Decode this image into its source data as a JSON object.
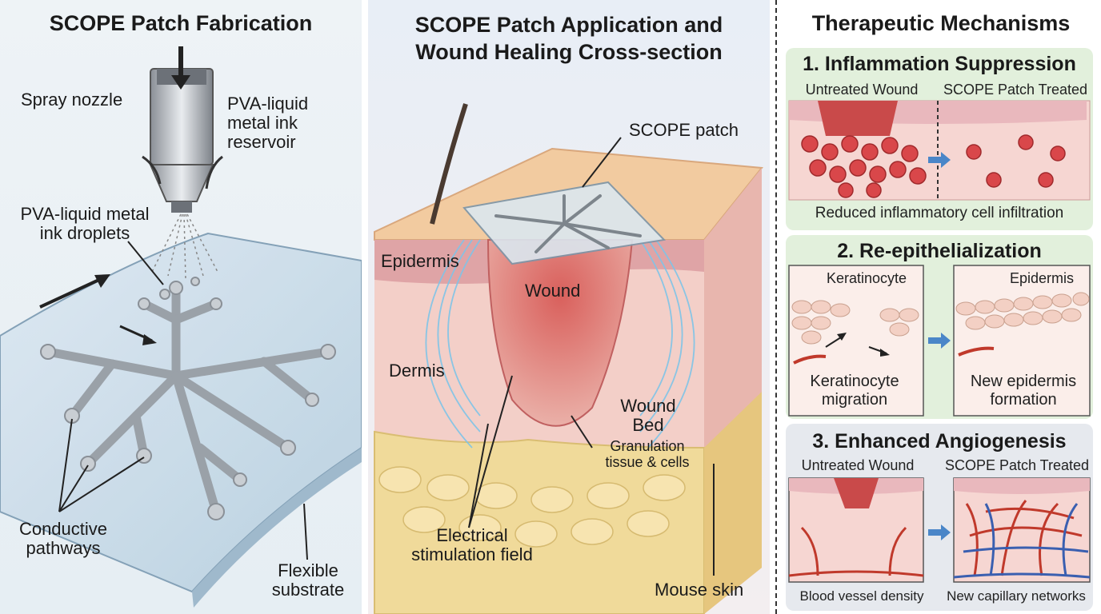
{
  "fabrication": {
    "title": "SCOPE Patch Fabrication",
    "spray_nozzle": "Spray nozzle",
    "reservoir": "PVA-liquid metal ink reservoir",
    "droplets": "PVA-liquid metal ink droplets",
    "pathways": "Conductive pathways",
    "substrate": "Flexible substrate"
  },
  "application": {
    "title_line1": "SCOPE Patch Application and",
    "title_line2": "Wound Healing Cross-section",
    "scope_patch": "SCOPE patch",
    "epidermis": "Epidermis",
    "wound": "Wound",
    "dermis": "Dermis",
    "wound_bed": "Wound Bed",
    "granulation": "Granulation tissue & cells",
    "field": "Electrical stimulation field",
    "mouse_skin": "Mouse skin"
  },
  "mechanisms": {
    "title": "Therapeutic Mechanisms",
    "s1": {
      "title": "1. Inflammation Suppression",
      "left": "Untreated Wound",
      "right": "SCOPE Patch Treated",
      "caption": "Reduced inflammatory cell infiltration"
    },
    "s2": {
      "title": "2. Re-epithelialization",
      "keratinocyte": "Keratinocyte",
      "epidermis": "Epidermis",
      "left_caption": "Keratinocyte migration",
      "right_caption": "New epidermis formation"
    },
    "s3": {
      "title": "3. Enhanced Angiogenesis",
      "left": "Untreated Wound",
      "right": "SCOPE Patch Treated",
      "left_caption": "Blood vessel density",
      "right_caption": "New capillary networks"
    }
  },
  "colors": {
    "skin_pink": "#f2c4c0",
    "wound_red": "#c94a4a",
    "fat_yellow": "#f0da9a",
    "field_blue": "#7fc4e8",
    "arrow_blue": "#4a86c8",
    "green_bg": "#e2f0dc",
    "gray_bg": "#e6e9ee"
  }
}
